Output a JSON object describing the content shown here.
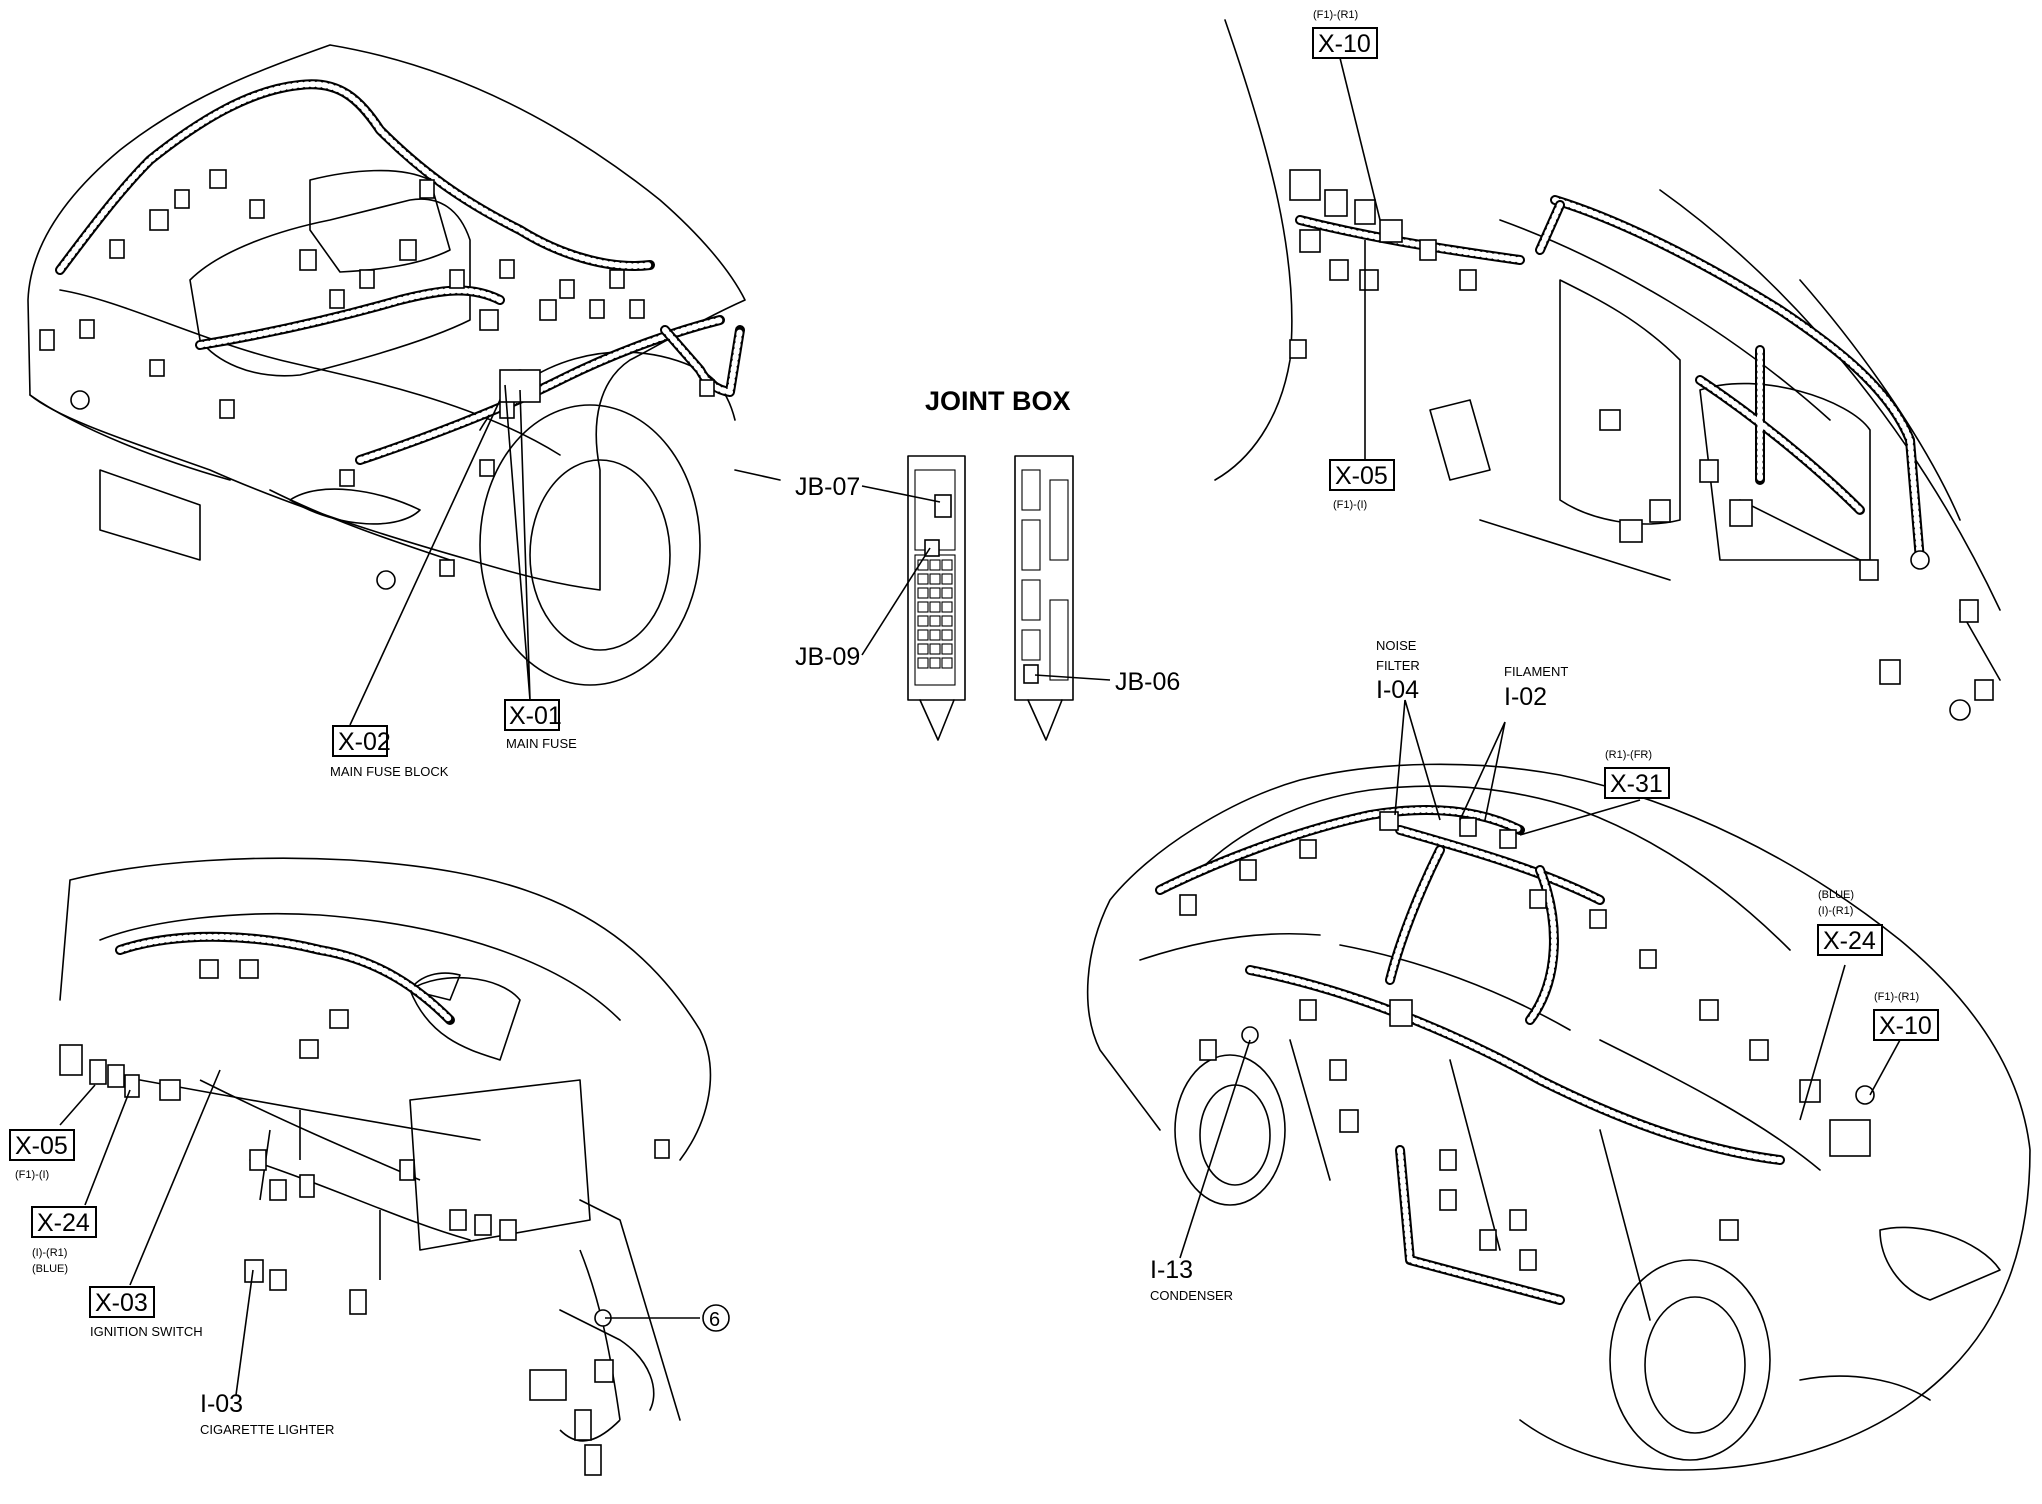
{
  "joint_box": {
    "title": "JOINT BOX",
    "jb07": "JB-07",
    "jb09": "JB-09",
    "jb06": "JB-06"
  },
  "engine_room": {
    "x02": {
      "code": "X-02",
      "caption": "MAIN FUSE BLOCK"
    },
    "x01": {
      "code": "X-01",
      "caption": "MAIN FUSE"
    }
  },
  "dash_harness": {
    "x10": {
      "code": "X-10",
      "tag": "(F1)-(R1)"
    },
    "x05": {
      "code": "X-05",
      "tag": "(F1)-(I)"
    }
  },
  "instrument_panel": {
    "x05": {
      "code": "X-05",
      "tag": "(F1)-(I)"
    },
    "x24": {
      "code": "X-24",
      "tag1": "(I)-(R1)",
      "tag2": "(BLUE)"
    },
    "x03": {
      "code": "X-03",
      "caption": "IGNITION SWITCH"
    },
    "i03": {
      "code": "I-03",
      "caption": "CIGARETTE LIGHTER"
    },
    "ground": "6"
  },
  "body": {
    "i04": {
      "code": "I-04",
      "caption1": "NOISE",
      "caption2": "FILTER"
    },
    "i02": {
      "code": "I-02",
      "caption": "FILAMENT"
    },
    "x31": {
      "code": "X-31",
      "tag": "(R1)-(FR)"
    },
    "x24": {
      "code": "X-24",
      "tag1": "(BLUE)",
      "tag2": "(I)-(R1)"
    },
    "x10": {
      "code": "X-10",
      "tag": "(F1)-(R1)"
    },
    "i13": {
      "code": "I-13",
      "caption": "CONDENSER"
    }
  }
}
